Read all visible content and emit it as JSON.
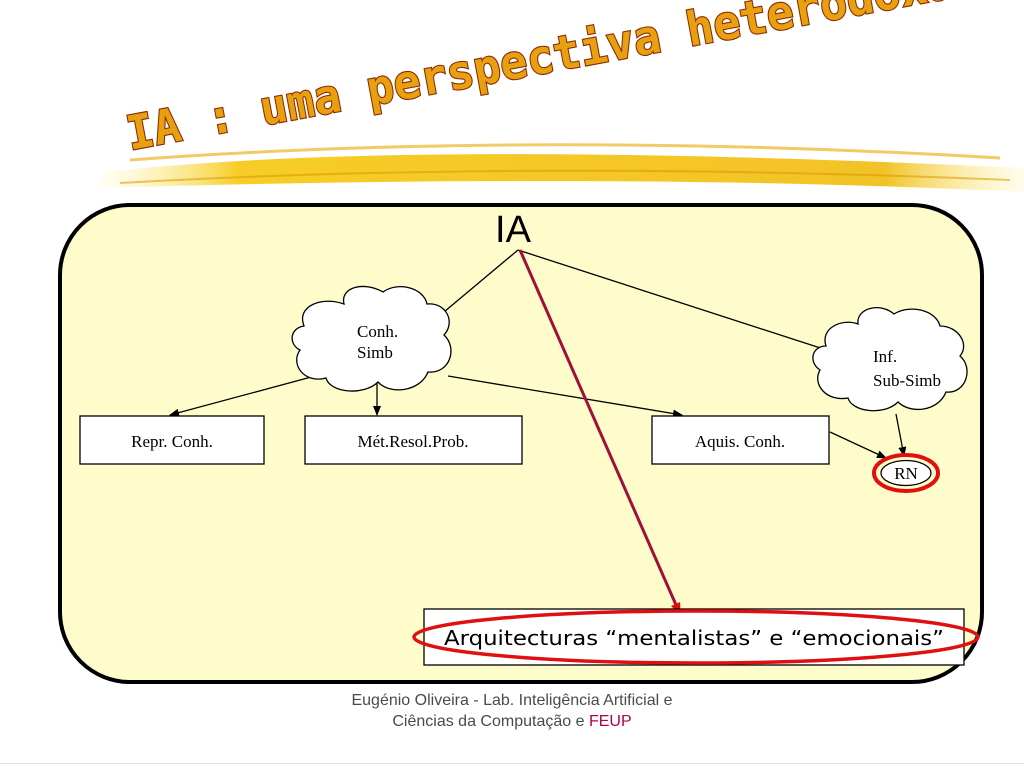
{
  "title": "IA : uma perspectiva heterodoxa",
  "diagram": {
    "root": "IA",
    "cloud_left": {
      "line1": "Conh.",
      "line2": "Simb"
    },
    "cloud_right": {
      "line1": "Inf.",
      "line2": "Sub-Simb"
    },
    "box_repr": "Repr. Conh.",
    "box_met": "Mét.Resol.Prob.",
    "box_aquis": "Aquis. Conh.",
    "rn": "RN",
    "architectures": "Arquitecturas “mentalistas” e “emocionais”"
  },
  "footer": {
    "line1": "Eugénio Oliveira - Lab. Inteligência Artificial e",
    "line2_prefix": "Ciências da Computação e ",
    "line2_accent": "FEUP"
  },
  "colors": {
    "title_fill": "#e8a010",
    "title_outline": "#8a2a00",
    "panel_fill": "#fffccc",
    "highlight_red": "#e01010",
    "arrow_crimson": "#a0103c",
    "brush_yellow": "#f5c400"
  }
}
